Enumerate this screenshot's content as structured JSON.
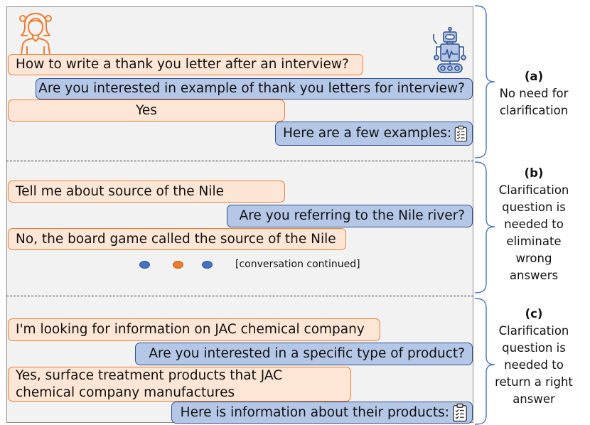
{
  "sections": [
    {
      "messages": [
        {
          "role": "user",
          "text": "How to write a thank you letter after an interview?"
        },
        {
          "role": "system",
          "text": "Are you interested in example of thank you letters for interview?"
        },
        {
          "role": "user",
          "text": "Yes"
        },
        {
          "role": "system",
          "text": "Here are a few examples:",
          "icon": "clipboard-icon"
        }
      ],
      "label": "(a)",
      "description": [
        "No need for",
        "clarification"
      ]
    },
    {
      "messages": [
        {
          "role": "user",
          "text": "Tell me about source of the Nile"
        },
        {
          "role": "system",
          "text": "Are you referring to the Nile river?"
        },
        {
          "role": "user",
          "text": "No, the board game called the source of the Nile"
        }
      ],
      "continuation": "[conversation continued]",
      "label": "(b)",
      "description": [
        "Clarification",
        "question is",
        "needed to",
        "eliminate",
        "wrong",
        "answers"
      ]
    },
    {
      "messages": [
        {
          "role": "user",
          "text": "I'm looking for information on JAC chemical company"
        },
        {
          "role": "system",
          "text": "Are you interested in a specific type of product?"
        },
        {
          "role": "user",
          "text": "Yes, surface treatment products that JAC chemical company manufactures"
        },
        {
          "role": "system",
          "text": "Here is information about their products:",
          "icon": "clipboard-icon"
        }
      ],
      "label": "(c)",
      "description": [
        "Clarification",
        "question is",
        "needed to",
        "return a right",
        "answer"
      ]
    }
  ],
  "icons": {
    "user": "woman-avatar-icon",
    "system": "robot-icon",
    "attachment": "clipboard-icon"
  },
  "colors": {
    "user_fill": "#fde6d5",
    "user_border": "#ed7d31",
    "system_fill": "#b4c7e7",
    "system_border": "#2f528f",
    "panel": "#f2f2f2"
  }
}
